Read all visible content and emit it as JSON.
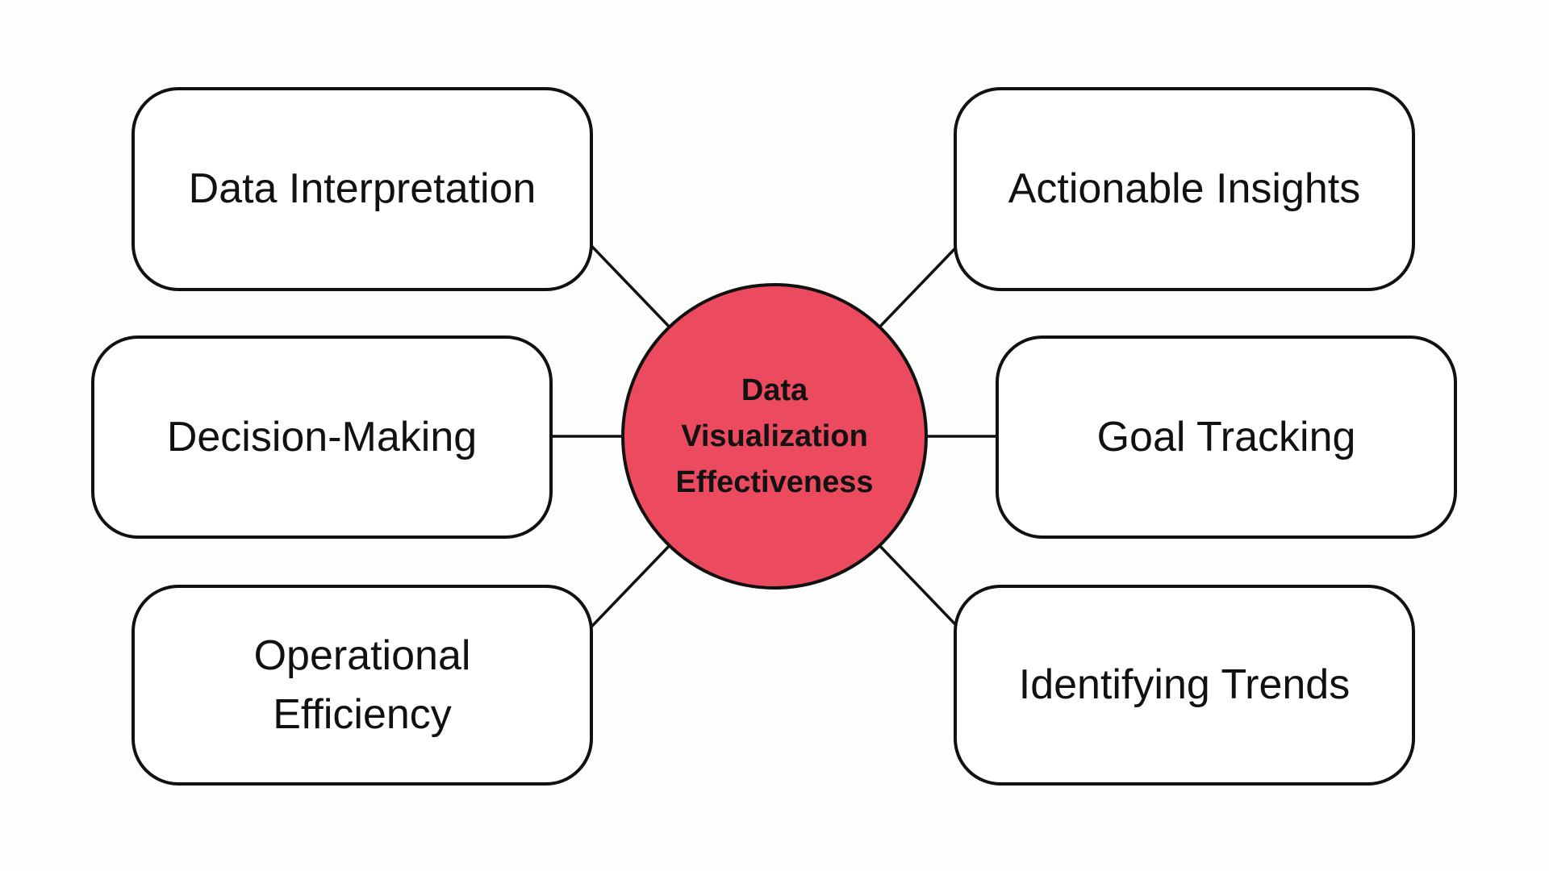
{
  "diagram": {
    "type": "mindmap",
    "center": {
      "label": "Data Visualization Effectiveness"
    },
    "nodes": [
      {
        "id": "data-interpretation",
        "label": "Data Interpretation",
        "position": "top-left"
      },
      {
        "id": "decision-making",
        "label": "Decision-Making",
        "position": "middle-left"
      },
      {
        "id": "operational-efficiency",
        "label": "Operational Efficiency",
        "position": "bottom-left"
      },
      {
        "id": "actionable-insights",
        "label": "Actionable Insights",
        "position": "top-right"
      },
      {
        "id": "goal-tracking",
        "label": "Goal Tracking",
        "position": "middle-right"
      },
      {
        "id": "identifying-trends",
        "label": "Identifying Trends",
        "position": "bottom-right"
      }
    ],
    "colors": {
      "background": "#fdfdfc",
      "node_fill": "#ffffff",
      "stroke": "#111111",
      "center_fill": "#ec4a5f",
      "text": "#111111"
    }
  }
}
